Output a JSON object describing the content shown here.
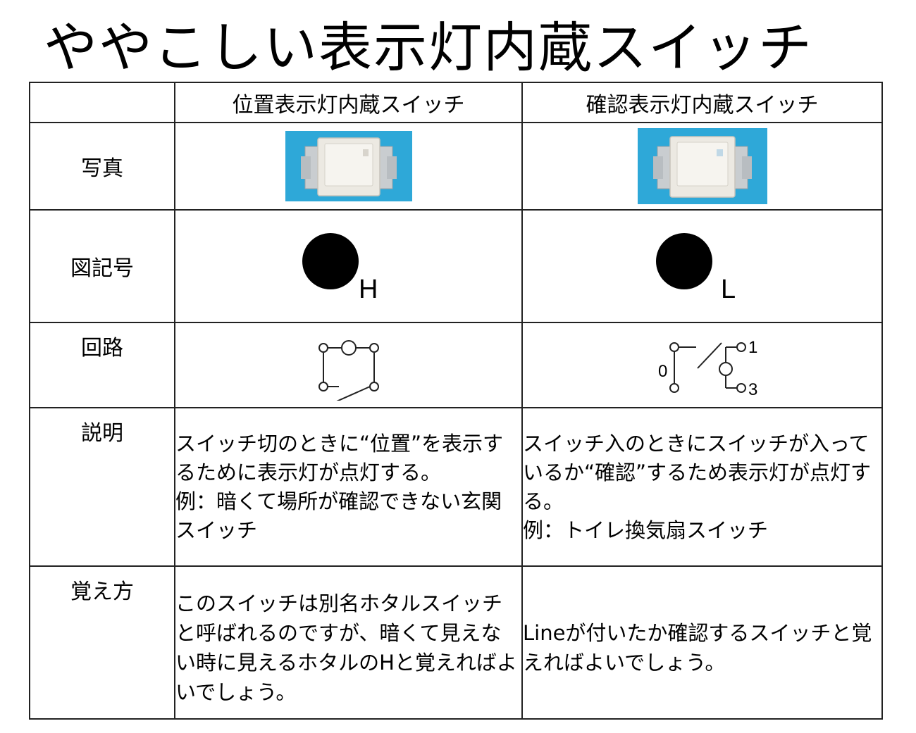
{
  "title": "ややこしい表示灯内蔵スイッチ",
  "table": {
    "headers": [
      "",
      "位置表示灯内蔵スイッチ",
      "確認表示灯内蔵スイッチ"
    ],
    "rows": {
      "photo": {
        "label": "写真"
      },
      "symbol": {
        "label": "図記号",
        "position_suffix": "H",
        "confirm_suffix": "L"
      },
      "circuit": {
        "label": "回路",
        "confirm_terminal_0": "0",
        "confirm_terminal_1": "1",
        "confirm_terminal_3": "3"
      },
      "description": {
        "label": "説明",
        "position_text": "スイッチ切のときに“位置”を表示するために表示灯が点灯する。",
        "position_example": "例：暗くて場所が確認できない玄関スイッチ",
        "confirm_text": "スイッチ入のときにスイッチが入っているか“確認”するため表示灯が点灯する。",
        "confirm_example": "例：トイレ換気扇スイッチ"
      },
      "memo": {
        "label": "覚え方",
        "position_text": "このスイッチは別名ホタルスイッチと呼ばれるのですが、暗くて見えない時に見えるホタルのHと覚えればよいでしょう。",
        "confirm_text": "Lineが付いたか確認するスイッチと覚えればよいでしょう。"
      }
    }
  },
  "colors": {
    "photo_background": "#2ea8d8",
    "switch_body": "#ece9e2",
    "line": "#222222"
  }
}
